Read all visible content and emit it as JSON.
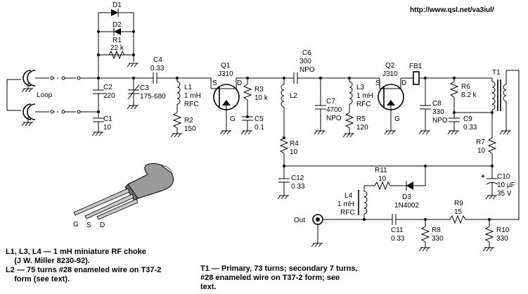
{
  "url": "http://www.qsl.net/va3iul/",
  "labels": {
    "loop": "Loop",
    "out": "Out",
    "d1": "D1",
    "d2": "D2",
    "d3": "D3",
    "d3_part": "1N4002",
    "r1": "R1",
    "r1_val": "22 k",
    "r2": "R2",
    "r2_val": "150",
    "r3": "R3",
    "r3_val": "10 k",
    "r4": "R4",
    "r4_val": "10",
    "r5": "R5",
    "r5_val": "120",
    "r6": "R6",
    "r6_val": "8.2 k",
    "r7": "R7",
    "r7_val": "10",
    "r8": "R8",
    "r8_val": "330",
    "r9": "R9",
    "r9_val": "15",
    "r10": "R10",
    "r10_val": "330",
    "r11": "R11",
    "r11_val": "10",
    "c1": "C1",
    "c1_val": "10",
    "c2": "C2",
    "c2_val": "220",
    "c3": "C3",
    "c3_val": "175-680",
    "c4": "C4",
    "c4_val": "0.33",
    "c5": "C5",
    "c5_val": "0.1",
    "c6": "C6",
    "c6_val1": "300",
    "c6_val2": "NPO",
    "c7": "C7",
    "c7_val1": "4700",
    "c7_val2": "NPO",
    "c8": "C8",
    "c8_val1": "330",
    "c8_val2": "NPO",
    "c9": "C9",
    "c9_val": "0.33",
    "c10": "C10",
    "c10_val1": "10 µF",
    "c10_val2": "35 V",
    "c11": "C11",
    "c11_val": "0.33",
    "c12": "C12",
    "c12_val": "0.33",
    "l1": "L1",
    "l1_val1": "1 mH",
    "l1_val2": "RFC",
    "l2": "L2",
    "l3": "L3",
    "l3_val1": "1 mH",
    "l3_val2": "RFC",
    "l4": "L4",
    "l4_val1": "1 mH",
    "l4_val2": "RFC",
    "q1": "Q1",
    "q1_part": "J310",
    "q2": "Q2",
    "q2_part": "J310",
    "fb1": "FB1",
    "t1": "T1",
    "pin_s": "S",
    "pin_d": "D",
    "pin_g": "G",
    "pkg_g": "G",
    "pkg_s": "S",
    "pkg_d": "D"
  },
  "notes": {
    "coils": "L1, L3, L4 — 1 mH miniature RF choke\n    (J W. Miller 8230-92).\nL2 — 75 turns #28 enameled wire on T37-2\n    form (see text).",
    "transformer": "T1 — Primary, 73 turns; secondary 7 turns,\n#28 enameled wire on T37-2 form; see\ntext."
  }
}
